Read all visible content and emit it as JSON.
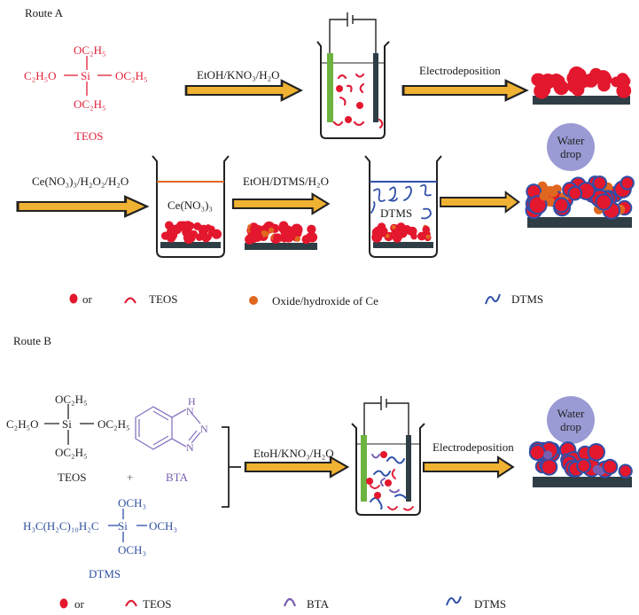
{
  "route_a": {
    "title": "Route A",
    "teos_structure": {
      "top": "OC₂H₅",
      "left": "C₂H₅O",
      "center": "Si",
      "right": "OC₂H₅",
      "bottom": "OC₂H₅",
      "name": "TEOS"
    },
    "step1_reagents": "EtOH/KNO₃/H₂O",
    "step2_label": "Electrodeposition",
    "step3_reagents": "Ce(NO₃)₃/H₂O₂/H₂O",
    "beaker_ce_label": "Ce(NO₃)₃",
    "step4_reagents": "EtOH/DTMS/H₂O",
    "beaker_dtms_label": "DTMS",
    "water_drop": [
      "Water",
      "drop"
    ],
    "legend": [
      {
        "icon": "red-dot",
        "label": "or"
      },
      {
        "icon": "teos-arc",
        "label": "TEOS"
      },
      {
        "icon": "orange-dot",
        "label": "Oxide/hydroxide of Ce"
      },
      {
        "icon": "dtms-wave",
        "label": "DTMS"
      }
    ]
  },
  "route_b": {
    "title": "Route B",
    "teos_structure": {
      "top": "OC₂H₅",
      "left": "C₂H₅O",
      "center": "Si",
      "right": "OC₂H₅",
      "bottom": "OC₂H₅",
      "name": "TEOS"
    },
    "plus": "+",
    "bta": {
      "h": "H",
      "n1": "N",
      "n2": "N",
      "n3": "N",
      "name": "BTA"
    },
    "dtms_structure": {
      "top": "OCH₃",
      "left": "H₃C(H₂C)₁₀H₂C",
      "center": "Si",
      "right": "OCH₃",
      "bottom": "OCH₃",
      "name": "DTMS"
    },
    "step1_reagents": "EtoH/KNO₃/H₂O",
    "step2_label": "Electrodeposition",
    "water_drop": [
      "Water",
      "drop"
    ],
    "legend": [
      {
        "icon": "red-dot",
        "label": "or"
      },
      {
        "icon": "teos-arc",
        "label": "TEOS"
      },
      {
        "icon": "bta-arc",
        "label": "BTA"
      },
      {
        "icon": "dtms-wave",
        "label": "DTMS"
      }
    ]
  },
  "colors": {
    "arrow_fill": "#f0b232",
    "arrow_stroke": "#222222",
    "teos_red": "#e0203a",
    "particle_red": "#e3172d",
    "ce_orange": "#e0671f",
    "dtms_blue": "#2f4fa8",
    "bta_purple": "#7a5fb0",
    "substrate": "#2f3d45",
    "anode_green": "#6cb33f",
    "cathode_dark": "#2f3d45",
    "water_drop": "#9a9ad4"
  }
}
